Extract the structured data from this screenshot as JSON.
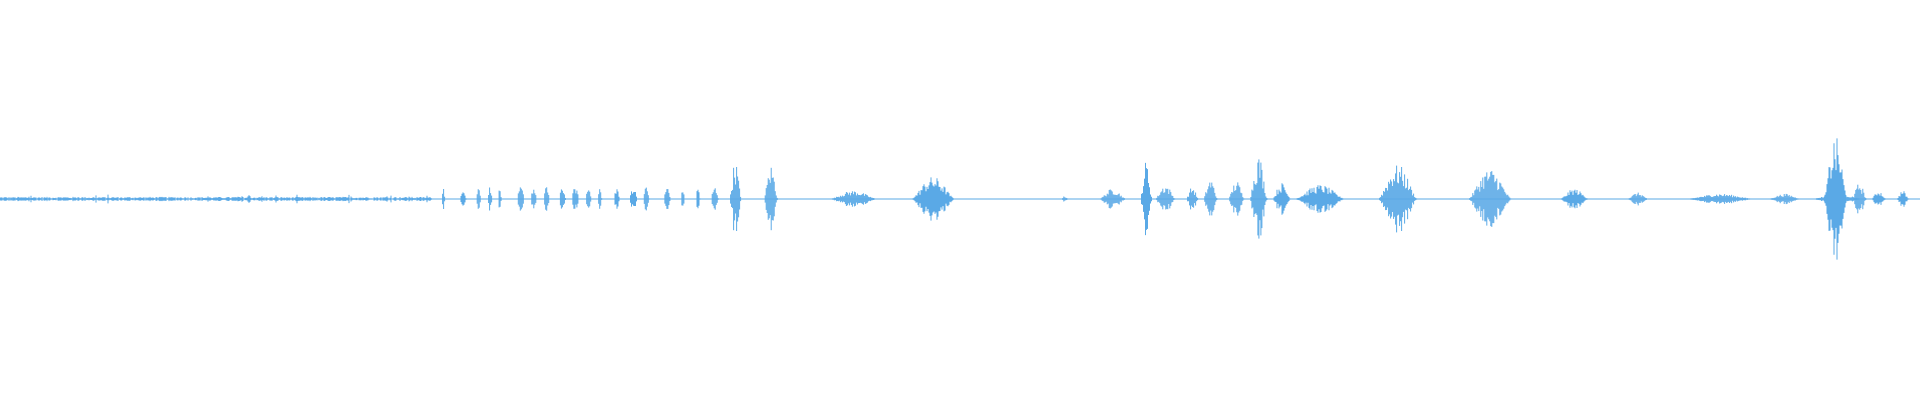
{
  "waveform": {
    "color": "#5aa9e6",
    "background": "#ffffff",
    "duration_fraction": 1.0,
    "segments": [
      {
        "start": 0.0,
        "end": 0.225,
        "amplitude": 0.01,
        "kind": "noise"
      },
      {
        "start": 0.23,
        "end": 0.375,
        "amplitude": 0.03,
        "kind": "ticks"
      },
      {
        "start": 0.38,
        "end": 0.386,
        "amplitude": 0.095,
        "kind": "burst"
      },
      {
        "start": 0.398,
        "end": 0.405,
        "amplitude": 0.085,
        "kind": "burst"
      },
      {
        "start": 0.433,
        "end": 0.456,
        "amplitude": 0.02,
        "kind": "burst"
      },
      {
        "start": 0.475,
        "end": 0.497,
        "amplitude": 0.055,
        "kind": "burst"
      },
      {
        "start": 0.553,
        "end": 0.556,
        "amplitude": 0.006,
        "kind": "burst"
      },
      {
        "start": 0.573,
        "end": 0.586,
        "amplitude": 0.025,
        "kind": "burst"
      },
      {
        "start": 0.594,
        "end": 0.6,
        "amplitude": 0.095,
        "kind": "burst"
      },
      {
        "start": 0.602,
        "end": 0.612,
        "amplitude": 0.035,
        "kind": "burst"
      },
      {
        "start": 0.618,
        "end": 0.624,
        "amplitude": 0.03,
        "kind": "burst"
      },
      {
        "start": 0.627,
        "end": 0.634,
        "amplitude": 0.05,
        "kind": "burst"
      },
      {
        "start": 0.64,
        "end": 0.648,
        "amplitude": 0.045,
        "kind": "burst"
      },
      {
        "start": 0.651,
        "end": 0.66,
        "amplitude": 0.11,
        "kind": "burst"
      },
      {
        "start": 0.663,
        "end": 0.672,
        "amplitude": 0.04,
        "kind": "burst"
      },
      {
        "start": 0.675,
        "end": 0.7,
        "amplitude": 0.035,
        "kind": "burst"
      },
      {
        "start": 0.718,
        "end": 0.738,
        "amplitude": 0.085,
        "kind": "burst"
      },
      {
        "start": 0.765,
        "end": 0.787,
        "amplitude": 0.075,
        "kind": "burst"
      },
      {
        "start": 0.813,
        "end": 0.827,
        "amplitude": 0.025,
        "kind": "burst"
      },
      {
        "start": 0.848,
        "end": 0.858,
        "amplitude": 0.015,
        "kind": "burst"
      },
      {
        "start": 0.88,
        "end": 0.912,
        "amplitude": 0.012,
        "kind": "burst"
      },
      {
        "start": 0.922,
        "end": 0.937,
        "amplitude": 0.012,
        "kind": "burst"
      },
      {
        "start": 0.945,
        "end": 0.969,
        "amplitude": 0.012,
        "kind": "burst"
      },
      {
        "start": 0.95,
        "end": 0.962,
        "amplitude": 0.155,
        "kind": "burst"
      },
      {
        "start": 0.965,
        "end": 0.972,
        "amplitude": 0.04,
        "kind": "burst"
      },
      {
        "start": 0.975,
        "end": 0.982,
        "amplitude": 0.02,
        "kind": "burst"
      },
      {
        "start": 0.988,
        "end": 0.994,
        "amplitude": 0.02,
        "kind": "burst"
      }
    ]
  }
}
